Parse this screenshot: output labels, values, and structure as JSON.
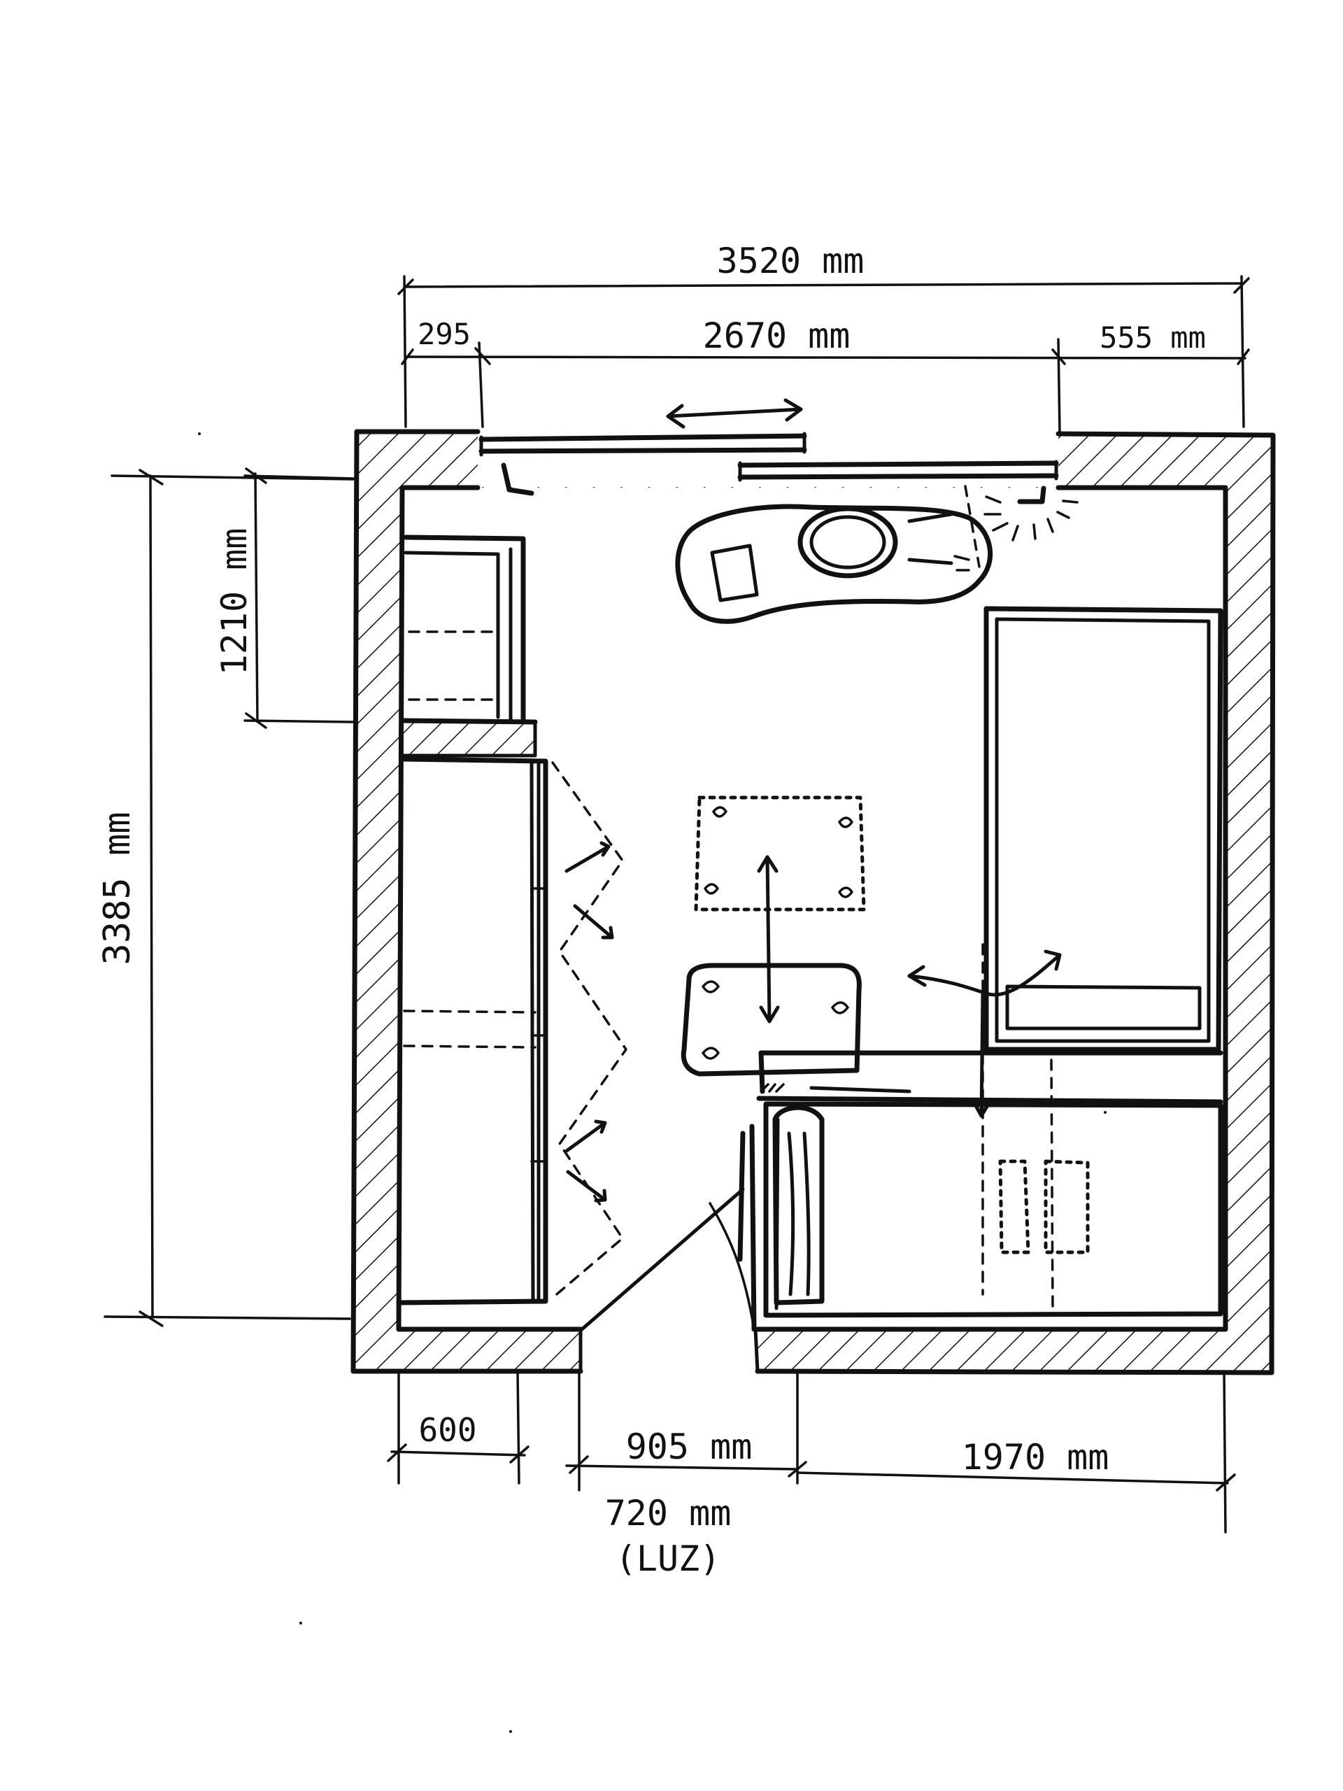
{
  "dimensions": {
    "total_width": "3520 mm",
    "left_offset": "295",
    "window_width": "2670 mm",
    "right_offset": "555 mm",
    "total_height": "3385 mm",
    "upper_height": "1210 mm",
    "wardrobe_depth": "600",
    "door_gap": "905 mm",
    "right_bottom": "1970 mm",
    "door_width": "720 mm",
    "door_note": "(LUZ)"
  },
  "colors": {
    "ink": "#111111",
    "paper": "#ffffff"
  },
  "icons": [
    "hatch-wall",
    "double-arrow",
    "lamp-icon",
    "chair-icon"
  ]
}
